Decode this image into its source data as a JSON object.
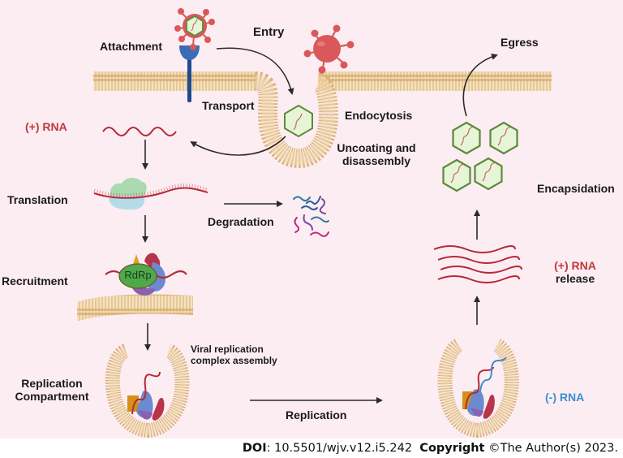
{
  "figure": {
    "title": "Viral life cycle of a (+) RNA virus",
    "colors": {
      "background": "#fcedf3",
      "membrane": "#e2bc82",
      "membrane_dark": "#d4a866",
      "virus_red": "#d9585a",
      "capsid_fill": "#e6f4d8",
      "capsid_stroke": "#5a8a3a",
      "rna_plus": "#b72a35",
      "rna_minus": "#3a8fd0",
      "receptor": "#3a6db5",
      "receptor_stem": "#1f4a8f",
      "arrow": "#2a2a2a",
      "rdrp_green": "#4fa94a",
      "ribosome_large": "#a9dab0",
      "ribosome_small": "#b3dcea"
    }
  },
  "labels": {
    "attachment": "Attachment",
    "entry": "Entry",
    "transport": "Transport",
    "endocytosis": "Endocytosis",
    "uncoating_line1": "Uncoating and",
    "uncoating_line2": "disassembly",
    "plus_rna": "(+) RNA",
    "translation": "Translation",
    "degradation": "Degradation",
    "recruitment": "Recruitment",
    "rdrp": "RdRp",
    "viral_replication_line1": "Viral replication",
    "viral_replication_line2": "complex assembly",
    "replication_compartment_line1": "Replication",
    "replication_compartment_line2": "Compartment",
    "replication": "Replication",
    "minus_rna": "(-) RNA",
    "plus_rna_release_line1": "(+) RNA",
    "plus_rna_release_line2": "release",
    "encapsidation": "Encapsidation",
    "egress": "Egress"
  },
  "footer": {
    "doi_label": "DOI",
    "doi_value": ": 10.5501/wjv.v12.i5.242",
    "copyright_label": "Copyright",
    "copyright_value": " ©The Author(s) 2023."
  }
}
